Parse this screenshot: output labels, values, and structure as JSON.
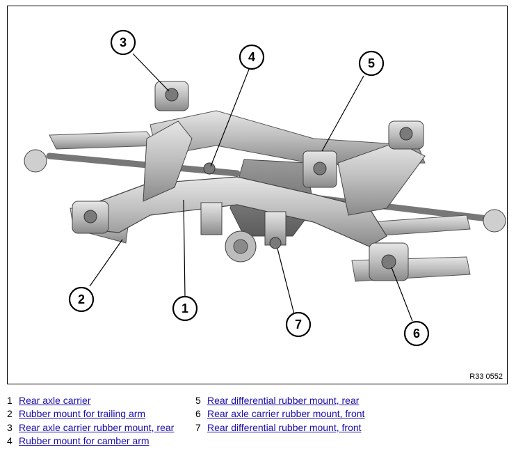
{
  "figure": {
    "ref_code": "R33 0552",
    "callouts": [
      "1",
      "2",
      "3",
      "4",
      "5",
      "6",
      "7"
    ]
  },
  "legend": [
    {
      "num": "1",
      "label": "Rear axle carrier"
    },
    {
      "num": "2",
      "label": "Rubber mount for trailing arm"
    },
    {
      "num": "3",
      "label": "Rear axle carrier rubber mount, rear"
    },
    {
      "num": "4",
      "label": "Rubber mount for camber arm"
    },
    {
      "num": "5",
      "label": "Rear differential rubber mount, rear"
    },
    {
      "num": "6",
      "label": "Rear axle carrier rubber mount, front"
    },
    {
      "num": "7",
      "label": "Rear differential rubber mount, front"
    }
  ],
  "colors": {
    "link": "#1a0dab",
    "metal_light": "#d9d9d9",
    "metal_mid": "#a8a8a8",
    "metal_dark": "#6e6e6e"
  }
}
